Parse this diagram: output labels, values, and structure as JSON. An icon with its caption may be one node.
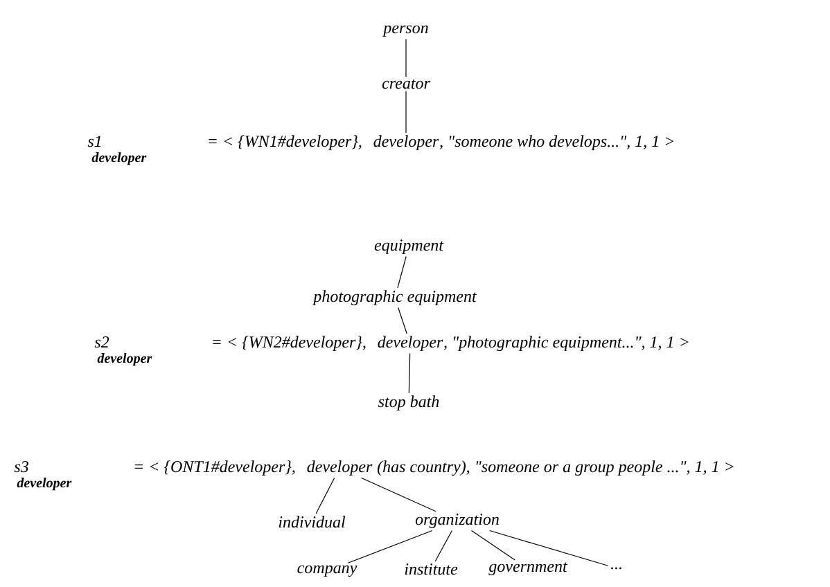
{
  "diagram": {
    "nodes": [
      {
        "text": [
          "person"
        ]
      },
      {
        "text": [
          "creator"
        ]
      },
      {
        "text": [
          "developer"
        ]
      },
      {
        "text": [
          "equipment"
        ]
      },
      {
        "text": [
          "photographic equipment"
        ]
      },
      {
        "text": [
          "developer"
        ]
      },
      {
        "text": [
          "stop bath"
        ]
      },
      {
        "text": [
          "developer"
        ]
      },
      {
        "text": [
          "individual"
        ]
      },
      {
        "text": [
          "organization"
        ]
      },
      {
        "text": [
          "company"
        ]
      },
      {
        "text": [
          "institute"
        ]
      },
      {
        "text": [
          "government"
        ]
      },
      {
        "text": [
          "..."
        ]
      }
    ],
    "edges": [
      {
        "from": 0,
        "to": 1,
        "arrow": "none"
      },
      {
        "from": 1,
        "to": 2,
        "arrow": "none"
      },
      {
        "from": 3,
        "to": 4,
        "arrow": "none"
      },
      {
        "from": 4,
        "to": 5,
        "arrow": "none"
      },
      {
        "from": 5,
        "to": 6,
        "arrow": "none"
      },
      {
        "from": 7,
        "to": 8,
        "arrow": "none"
      },
      {
        "from": 7,
        "to": 9,
        "arrow": "none"
      },
      {
        "from": 9,
        "to": 10,
        "arrow": "none"
      },
      {
        "from": 9,
        "to": 11,
        "arrow": "none"
      },
      {
        "from": 9,
        "to": 12,
        "arrow": "none"
      },
      {
        "from": 9,
        "to": 13,
        "arrow": "none"
      }
    ],
    "labels": [
      "s1",
      "developer",
      "= < {WN1#developer},",
      ", \"someone who develops...\", 1, 1 >",
      "s2",
      "developer",
      "= < {WN2#developer},",
      ", \"photographic equipment...\", 1, 1 >",
      "s3",
      "developer",
      "= < {ONT1#developer},",
      " (has country), \"someone or a group people ...\", 1, 1 >"
    ]
  }
}
